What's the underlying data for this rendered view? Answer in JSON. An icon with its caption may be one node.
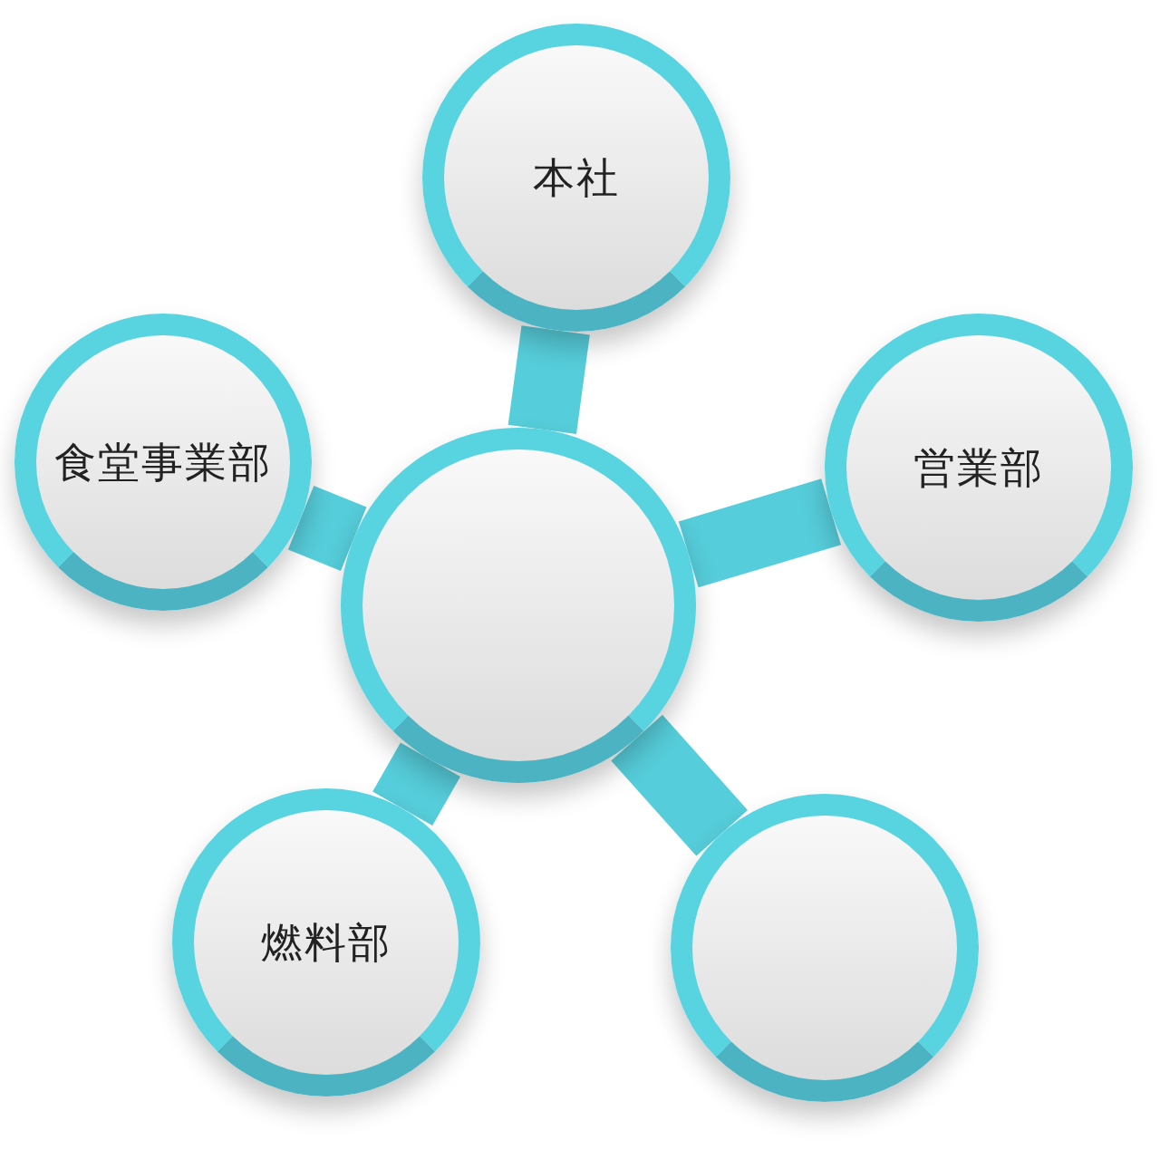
{
  "diagram": {
    "nodes": [
      {
        "text": [
          "本社"
        ]
      },
      {
        "text": [
          "食堂事業部"
        ]
      },
      {
        "text": [],
        "shape": "circle"
      },
      {
        "text": [
          "営業部"
        ]
      },
      {
        "text": [
          "燃料部"
        ]
      },
      {
        "text": [],
        "shape": "circle"
      }
    ],
    "edges": [
      {
        "from": 2,
        "to": 0,
        "arrow": "none"
      },
      {
        "from": 2,
        "to": 1,
        "arrow": "none"
      },
      {
        "from": 2,
        "to": 3,
        "arrow": "none"
      },
      {
        "from": 2,
        "to": 4,
        "arrow": "none"
      },
      {
        "from": 2,
        "to": 5,
        "arrow": "none"
      }
    ]
  }
}
